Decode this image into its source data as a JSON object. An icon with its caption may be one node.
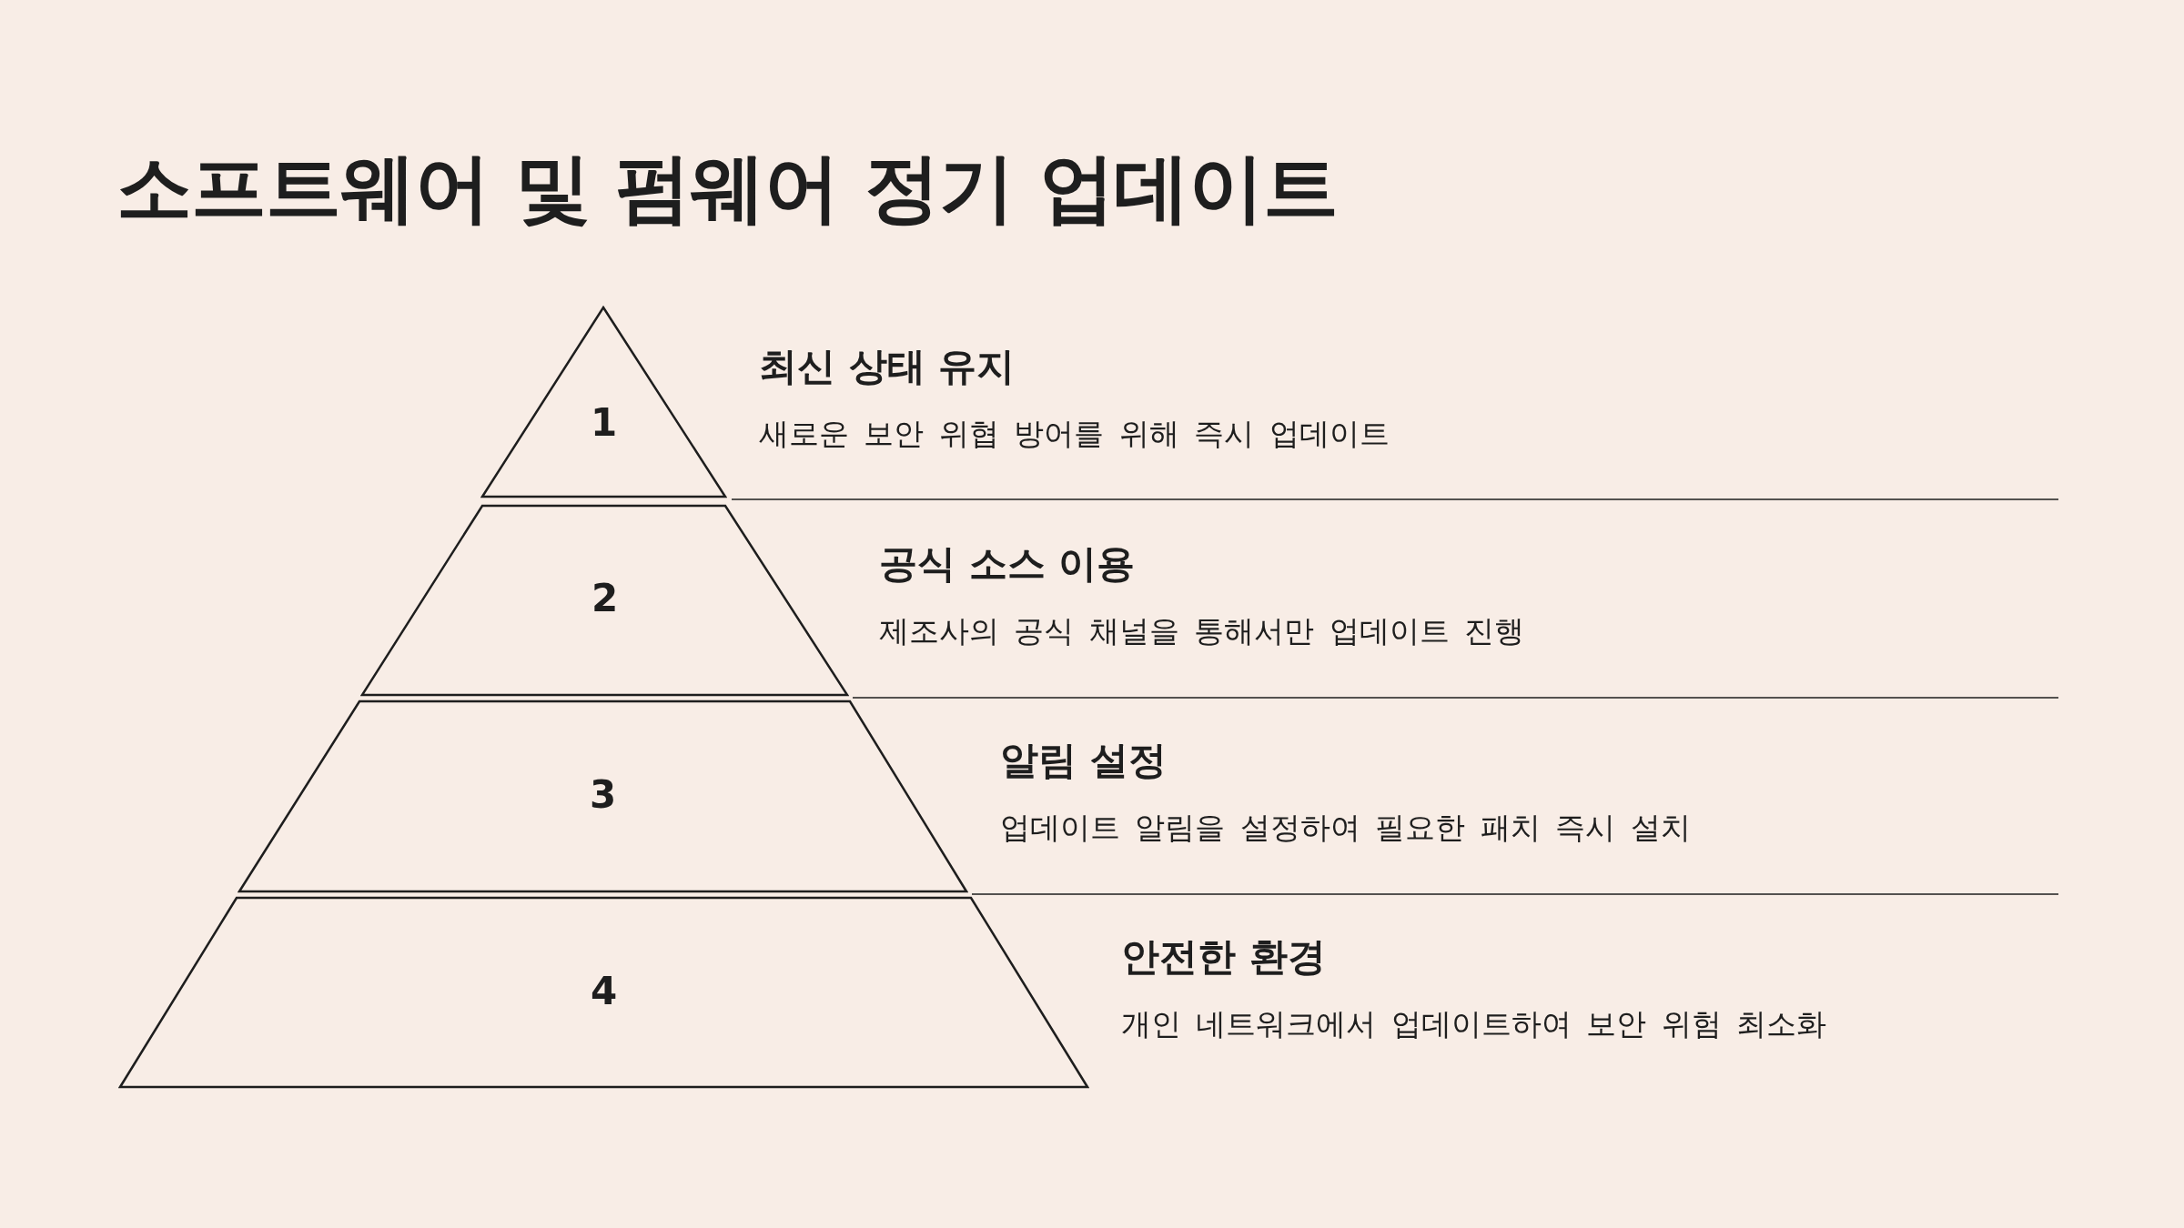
{
  "diagram": {
    "title": "소프트웨어 및 펌웨어 정기 업데이트",
    "nodes": [
      {
        "text": [
          "1"
        ],
        "beside": [
          "최신 상태 유지",
          "새로운 보안 위협 방어를 위해 즉시 업데이트"
        ]
      },
      {
        "text": [
          "2"
        ],
        "beside": [
          "공식 소스 이용",
          "제조사의 공식 채널을 통해서만 업데이트 진행"
        ]
      },
      {
        "text": [
          "3"
        ],
        "beside": [
          "알림 설정",
          "업데이트 알림을 설정하여 필요한 패치 즉시 설치"
        ]
      },
      {
        "text": [
          "4"
        ],
        "beside": [
          "안전한 환경",
          "개인 네트워크에서 업데이트하여 보안 위험 최소화"
        ]
      }
    ],
    "edges": []
  }
}
